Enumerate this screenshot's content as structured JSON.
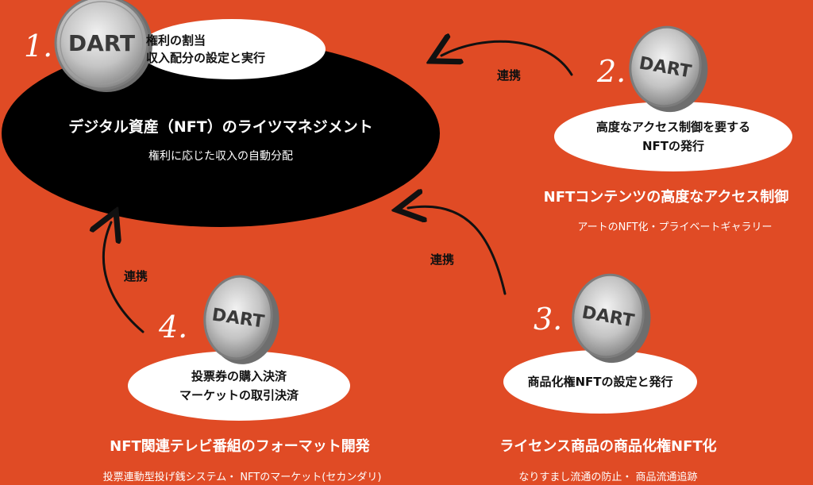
{
  "colors": {
    "background": "#e04b25",
    "main_ellipse": "#000000",
    "bubble": "#ffffff",
    "coin": "#c9c9c9"
  },
  "coin_label": "DART",
  "link_label": "連携",
  "step1": {
    "number": "1.",
    "bubble_line1": "権利の割当",
    "bubble_line2": "収入配分の設定と実行",
    "title": "デジタル資産（NFT）のライツマネジメント",
    "subtitle": "権利に応じた収入の自動分配"
  },
  "step2": {
    "number": "2.",
    "bubble_line1": "高度なアクセス制御を要する",
    "bubble_line2": "NFTの発行",
    "title": "NFTコンテンツの高度なアクセス制御",
    "subtitle": "アートのNFT化・プライベートギャラリー"
  },
  "step3": {
    "number": "3.",
    "bubble_line1": "商品化権NFTの設定と発行",
    "title": "ライセンス商品の商品化権NFT化",
    "subtitle": "なりすまし流通の防止・ 商品流通追跡"
  },
  "step4": {
    "number": "4.",
    "bubble_line1": "投票券の購入決済",
    "bubble_line2": "マーケットの取引決済",
    "title": "NFT関連テレビ番組のフォーマット開発",
    "subtitle": "投票連動型投げ銭システム・ NFTのマーケット(セカンダリ)"
  }
}
